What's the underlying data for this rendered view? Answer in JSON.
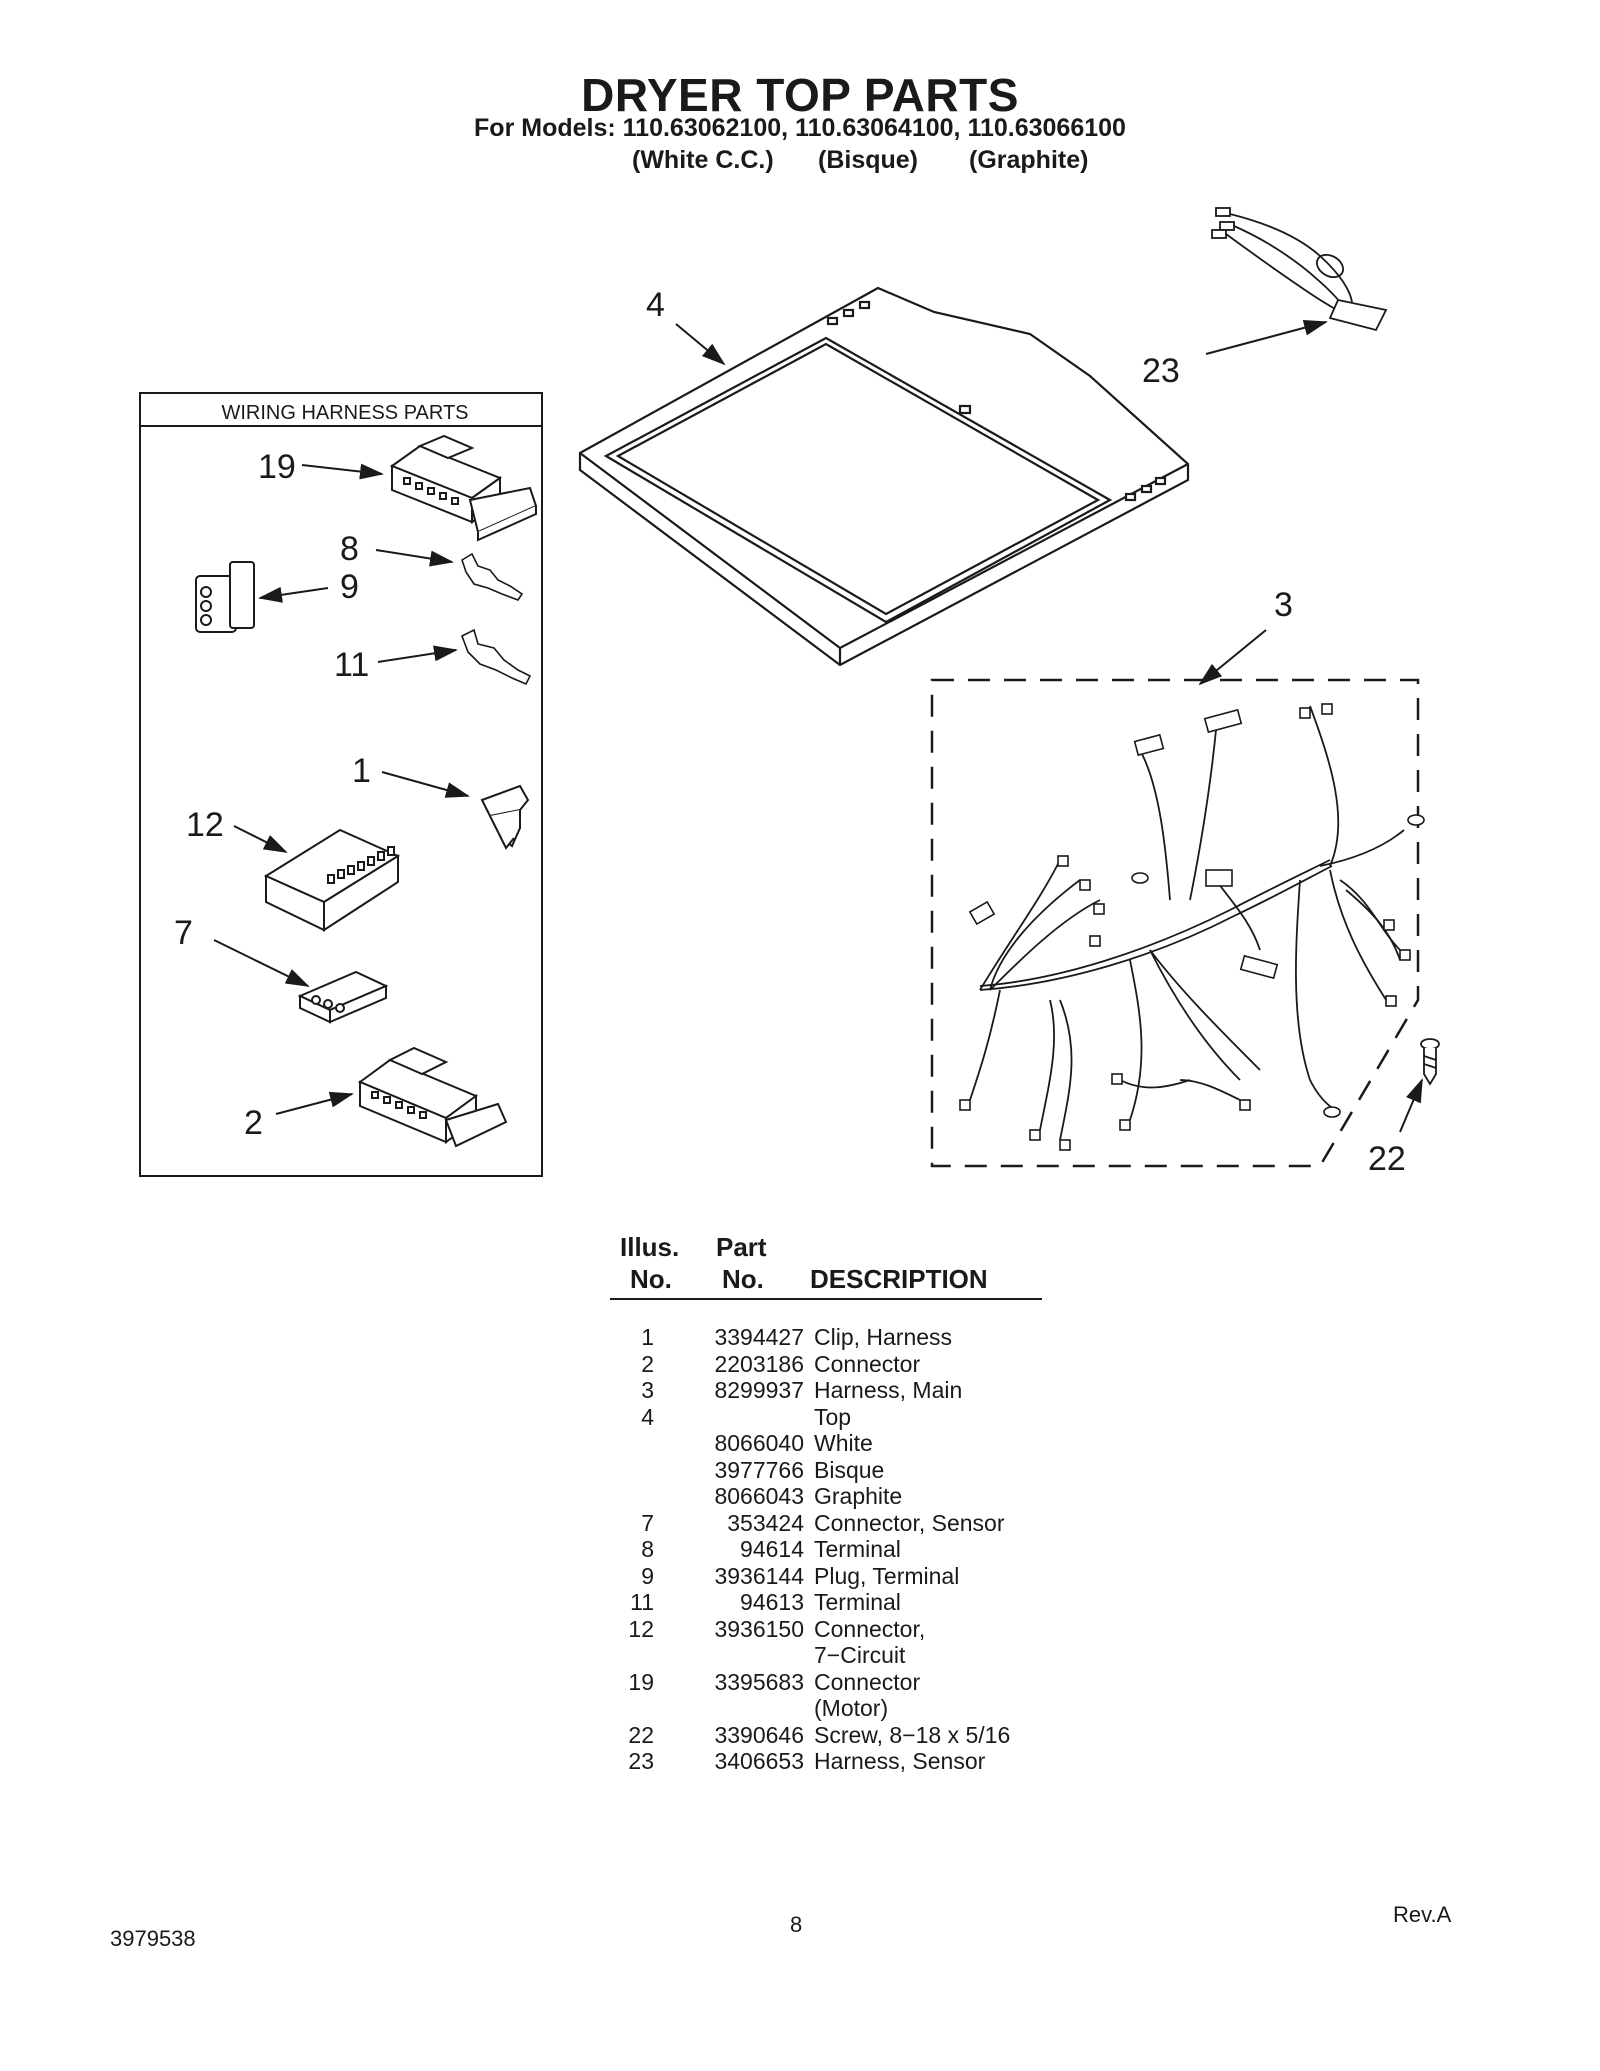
{
  "header": {
    "title": "DRYER TOP PARTS",
    "models_line": "For Models: 110.63062100, 110.63064100, 110.63066100",
    "colors": [
      "(White C.C.)",
      "(Bisque)",
      "(Graphite)"
    ]
  },
  "diagram": {
    "wiring_box_title": "WIRING HARNESS PARTS",
    "callouts": [
      "19",
      "8",
      "9",
      "11",
      "1",
      "12",
      "7",
      "2",
      "4",
      "23",
      "3",
      "22"
    ]
  },
  "table": {
    "headers": {
      "illus_top": "Illus.",
      "illus_bottom": "No.",
      "part_top": "Part",
      "part_bottom": "No.",
      "description": "DESCRIPTION"
    },
    "rows": [
      {
        "no": "1",
        "part": "3394427",
        "desc": "Clip, Harness"
      },
      {
        "no": "2",
        "part": "2203186",
        "desc": "Connector"
      },
      {
        "no": "3",
        "part": "8299937",
        "desc": "Harness, Main"
      },
      {
        "no": "4",
        "part": "",
        "desc": "Top"
      },
      {
        "no": "",
        "part": "8066040",
        "desc": "White"
      },
      {
        "no": "",
        "part": "3977766",
        "desc": "Bisque"
      },
      {
        "no": "",
        "part": "8066043",
        "desc": "Graphite"
      },
      {
        "no": "7",
        "part": "353424",
        "desc": "Connector, Sensor"
      },
      {
        "no": "8",
        "part": "94614",
        "desc": "Terminal"
      },
      {
        "no": "9",
        "part": "3936144",
        "desc": "Plug, Terminal"
      },
      {
        "no": "11",
        "part": "94613",
        "desc": "Terminal"
      },
      {
        "no": "12",
        "part": "3936150",
        "desc": "Connector,"
      },
      {
        "no": "",
        "part": "",
        "desc": "7−Circuit"
      },
      {
        "no": "19",
        "part": "3395683",
        "desc": "Connector"
      },
      {
        "no": "",
        "part": "",
        "desc": "(Motor)"
      },
      {
        "no": "22",
        "part": "3390646",
        "desc": "Screw, 8−18 x 5/16"
      },
      {
        "no": "23",
        "part": "3406653",
        "desc": "Harness, Sensor"
      }
    ]
  },
  "footer": {
    "doc_number": "3979538",
    "page_number": "8",
    "revision": "Rev.A"
  }
}
